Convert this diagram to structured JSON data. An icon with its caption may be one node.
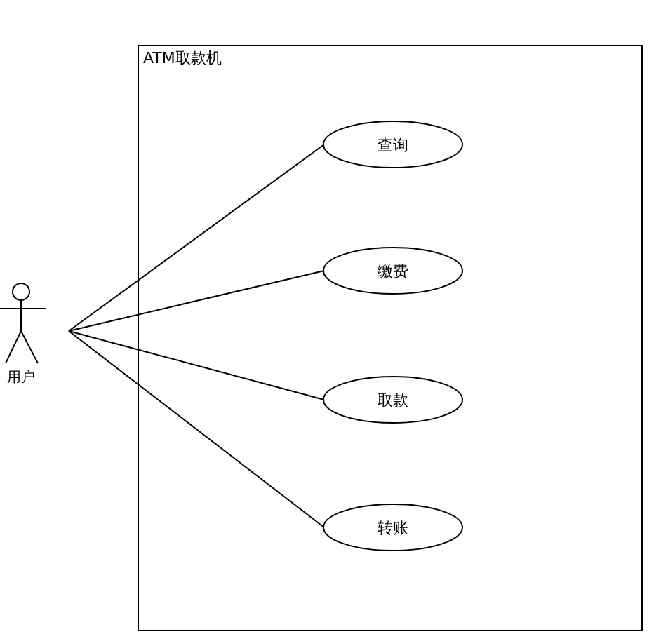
{
  "diagram": {
    "nodes": [
      {
        "text": [
          "ATM取款机"
        ]
      },
      {
        "text": [
          "用户"
        ]
      },
      {
        "text": [
          "查询"
        ],
        "in": 0
      },
      {
        "text": [
          "缴费"
        ],
        "in": 0
      },
      {
        "text": [
          "取款"
        ],
        "in": 0
      },
      {
        "text": [
          "转账"
        ],
        "in": 0
      }
    ],
    "edges": [
      {
        "from": 1,
        "to": 2,
        "arrow": "none"
      },
      {
        "from": 1,
        "to": 3,
        "arrow": "none"
      },
      {
        "from": 1,
        "to": 4,
        "arrow": "none"
      },
      {
        "from": 1,
        "to": 5,
        "arrow": "none"
      }
    ]
  }
}
